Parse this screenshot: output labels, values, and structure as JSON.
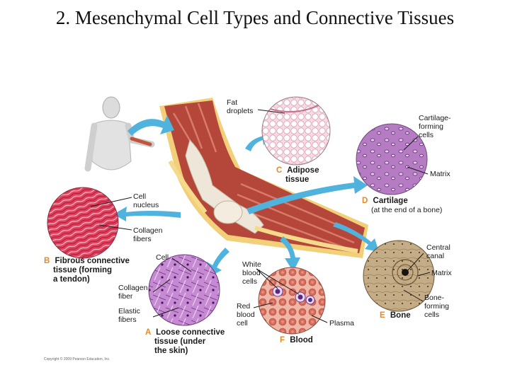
{
  "title": "2. Mesenchymal Cell Types and Connective Tissues",
  "labels": {
    "fat_droplets": [
      "Fat",
      "droplets"
    ],
    "adipose": {
      "letter": "C",
      "lines": [
        "Adipose",
        "tissue"
      ]
    },
    "cartilage_forming": [
      "Cartilage-",
      "forming",
      "cells"
    ],
    "matrix_cartilage": "Matrix",
    "cartilage": {
      "letter": "D",
      "lines": [
        "Cartilage",
        "(at the end of a bone)"
      ]
    },
    "cell_nucleus": [
      "Cell",
      "nucleus"
    ],
    "collagen_fibers": [
      "Collagen",
      "fibers"
    ],
    "fibrous": {
      "letter": "B",
      "lines": [
        "Fibrous connective",
        "tissue (forming",
        "a tendon)"
      ]
    },
    "cell": "Cell",
    "collagen_fiber": [
      "Collagen",
      "fiber"
    ],
    "elastic_fibers": [
      "Elastic",
      "fibers"
    ],
    "loose": {
      "letter": "A",
      "lines": [
        "Loose connective",
        "tissue (under",
        "the skin)"
      ]
    },
    "white_blood_cells": [
      "White",
      "blood",
      "cells"
    ],
    "red_blood_cell": [
      "Red",
      "blood",
      "cell"
    ],
    "plasma": "Plasma",
    "blood": {
      "letter": "F",
      "lines": [
        "Blood"
      ]
    },
    "central_canal": [
      "Central",
      "canal"
    ],
    "matrix_bone": "Matrix",
    "bone_forming": [
      "Bone-",
      "forming",
      "cells"
    ],
    "bone": {
      "letter": "E",
      "lines": [
        "Bone"
      ]
    }
  },
  "copyright": "Copyright © 2009 Pearson Education, Inc.",
  "colors": {
    "letter": "#e08a2a",
    "arrow": "#4fb3de",
    "muscle": "#b5473a",
    "fat": "#e6b94a",
    "adipose_bg": "#f3c6d3",
    "cartilage_bg": "#b073c0",
    "fibrous_bg": "#d83c57",
    "loose_bg": "#b36bc0",
    "blood_bg": "#e69a8a",
    "bone_bg": "#b9a07a"
  },
  "icons": [
    "human-figure-icon",
    "arm-illustration-icon"
  ]
}
